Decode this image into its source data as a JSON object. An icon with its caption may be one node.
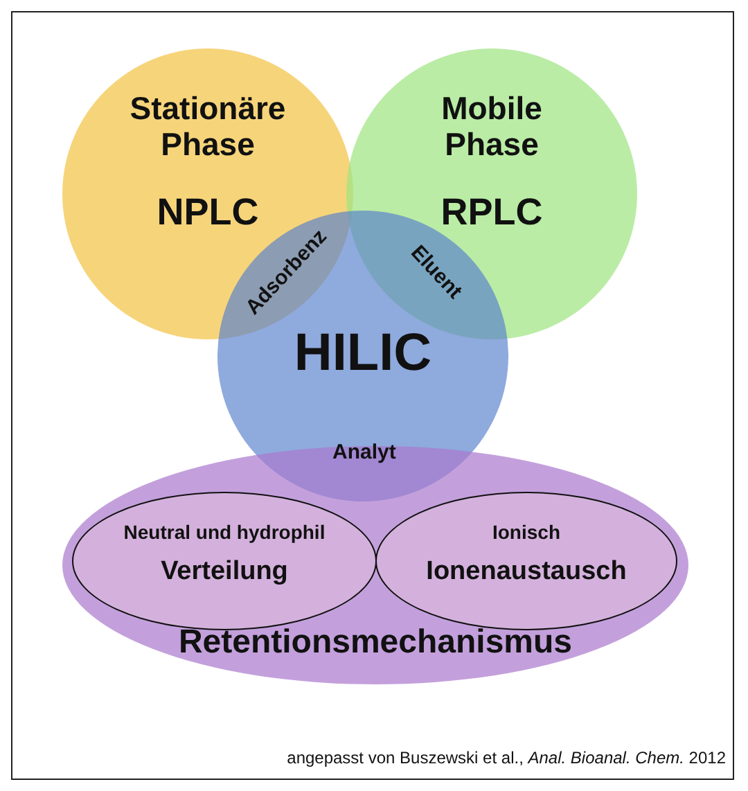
{
  "diagram": {
    "caption": "angepasst von Buszewski et al., *Anal. Bioanal. Chem.* 2012",
    "nodes": [
      {
        "text": [
          "Stationäre Phase",
          "NPLC"
        ]
      },
      {
        "text": [
          "Mobile Phase",
          "RPLC"
        ]
      },
      {
        "text": [
          "HILIC"
        ]
      },
      {
        "text": [
          "Retentionsmechanismus"
        ]
      },
      {
        "text": [
          "Neutral und hydrophil",
          "Verteilung"
        ],
        "in": 3
      },
      {
        "text": [
          "Ionisch",
          "Ionenaustausch"
        ],
        "in": 3
      }
    ],
    "labels": [
      "Adsorbenz",
      "Eluent",
      "Analyt"
    ]
  }
}
